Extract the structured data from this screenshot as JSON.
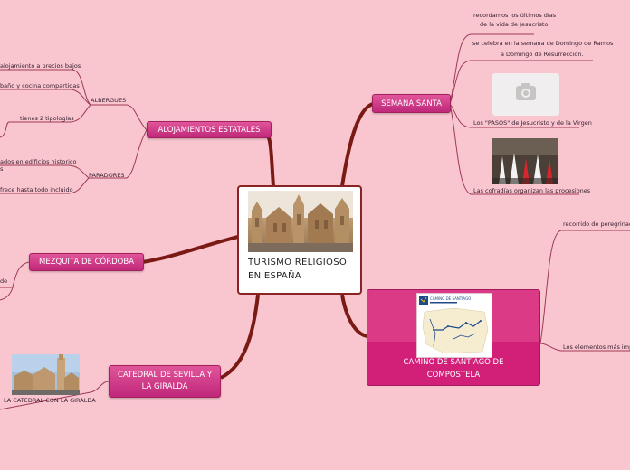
{
  "central": {
    "title_line1": "TURISMO RELIGIOSO",
    "title_line2": "EN ESPAÑA",
    "image_icon": "cathedral-photo"
  },
  "nodes": {
    "alojamientos": "ALOJAMIENTOS ESTATALES",
    "semana_santa": "SEMANA SANTA",
    "mezquita": "MEZQUITA DE CÓRDOBA",
    "catedral_l1": "CATEDRAL DE SEVILLA Y",
    "catedral_l2": "LA GIRALDA",
    "camino_l1": "CAMINO DE SANTIAGO DE",
    "camino_l2": "COMPOSTELA"
  },
  "alojamientos": {
    "albergues": "ALBERGUES",
    "paradores": "PARADORES",
    "items": [
      "alojamiento a precios bajos",
      "baño y cocina compartidas",
      "tienes 2 tipologías",
      "ados en edificios historico",
      "s",
      "frece hasta todo incluido"
    ]
  },
  "semana": {
    "item1_l1": "recordamos los últimos días",
    "item1_l2": "de la vida de Jesucristo",
    "item2_l1": "se celebra en la semana de Domingo de Ramos",
    "item2_l2": "a Domingo de Resurrección.",
    "item3": "Los \"PASOS\" de Jesucristo y de la Virgen",
    "item4": "Las cofradías organizan las procesiones"
  },
  "mezquita": {
    "item": "de"
  },
  "catedral": {
    "caption": "LA CATEDRAL CON LA GIRALDA"
  },
  "camino": {
    "item1": "recorrido de peregrinación l",
    "item2": "Los elementos más import",
    "map_header": "CAMINO DE SANTIAGO"
  },
  "colors": {
    "background": "#f9c6d0",
    "branch": "#7a1a14",
    "node": "#c72a7e",
    "camino_box": "#d21f78"
  }
}
